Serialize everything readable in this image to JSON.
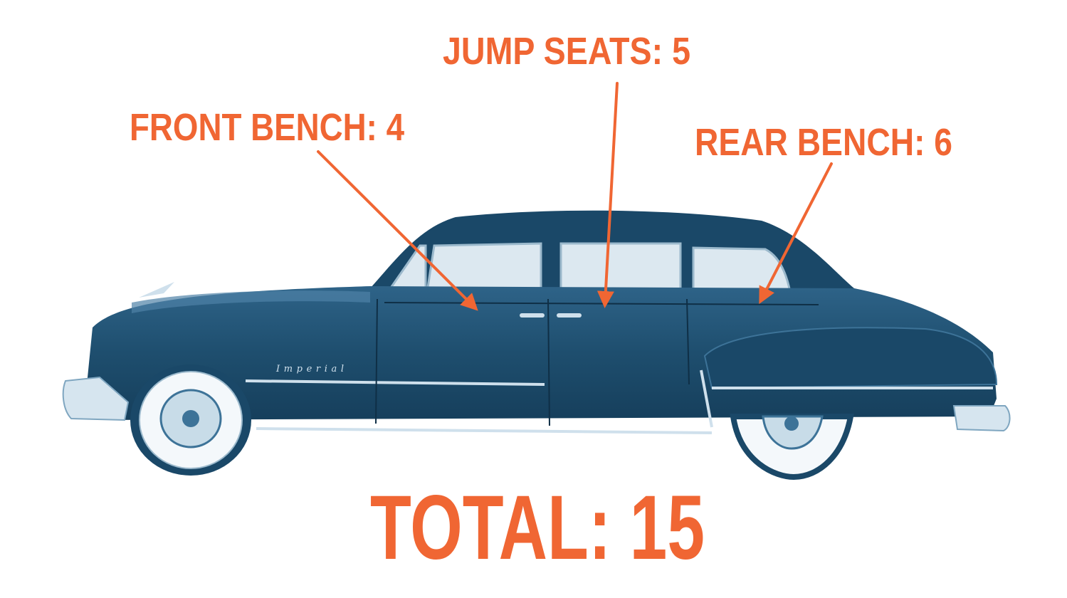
{
  "labels": {
    "jump_seats": "JUMP SEATS: 5",
    "front_bench": "FRONT BENCH: 4",
    "rear_bench": "REAR BENCH: 6",
    "total": "TOTAL: 15"
  },
  "car": {
    "badge_script": "Imperial"
  },
  "colors": {
    "accent": "#F06633",
    "car_body": "#1E4E6E",
    "car_dark": "#143A55",
    "glass": "#DCE8F0",
    "chrome": "#CFE0EC"
  }
}
